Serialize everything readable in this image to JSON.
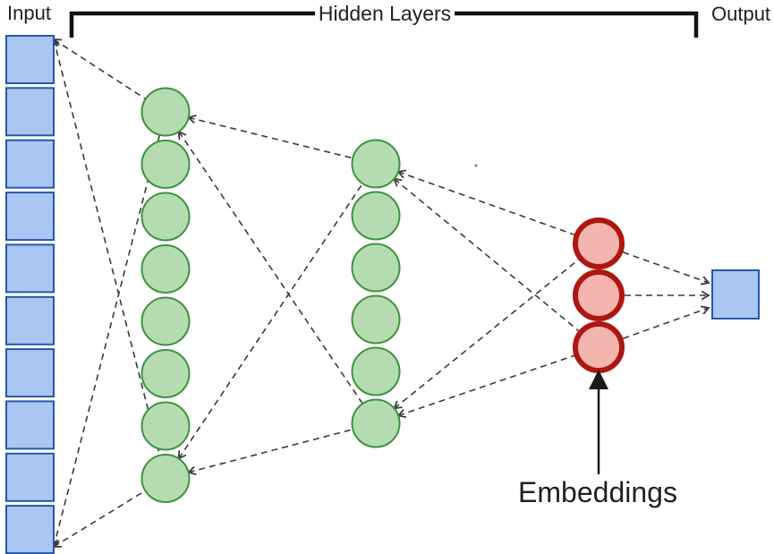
{
  "labels": {
    "input": "Input",
    "hidden": "Hidden Layers",
    "output": "Output",
    "embeddings": "Embeddings"
  },
  "network": {
    "input_nodes": 10,
    "hidden_layer_1_nodes": 8,
    "hidden_layer_2_nodes": 6,
    "embedding_nodes": 3,
    "output_nodes": 1
  },
  "colors": {
    "input_fill": "#aac6f2",
    "input_stroke": "#2458a8",
    "hidden_fill": "#b5dcb0",
    "hidden_stroke": "#3f9240",
    "embedding_fill": "#f4b5af",
    "embedding_stroke": "#ad1611",
    "output_fill": "#aac6f2",
    "output_stroke": "#2458a8",
    "connector": "#3a3a3a",
    "bracket": "#111111",
    "text": "#212121",
    "arrow": "#1a1a1a"
  }
}
